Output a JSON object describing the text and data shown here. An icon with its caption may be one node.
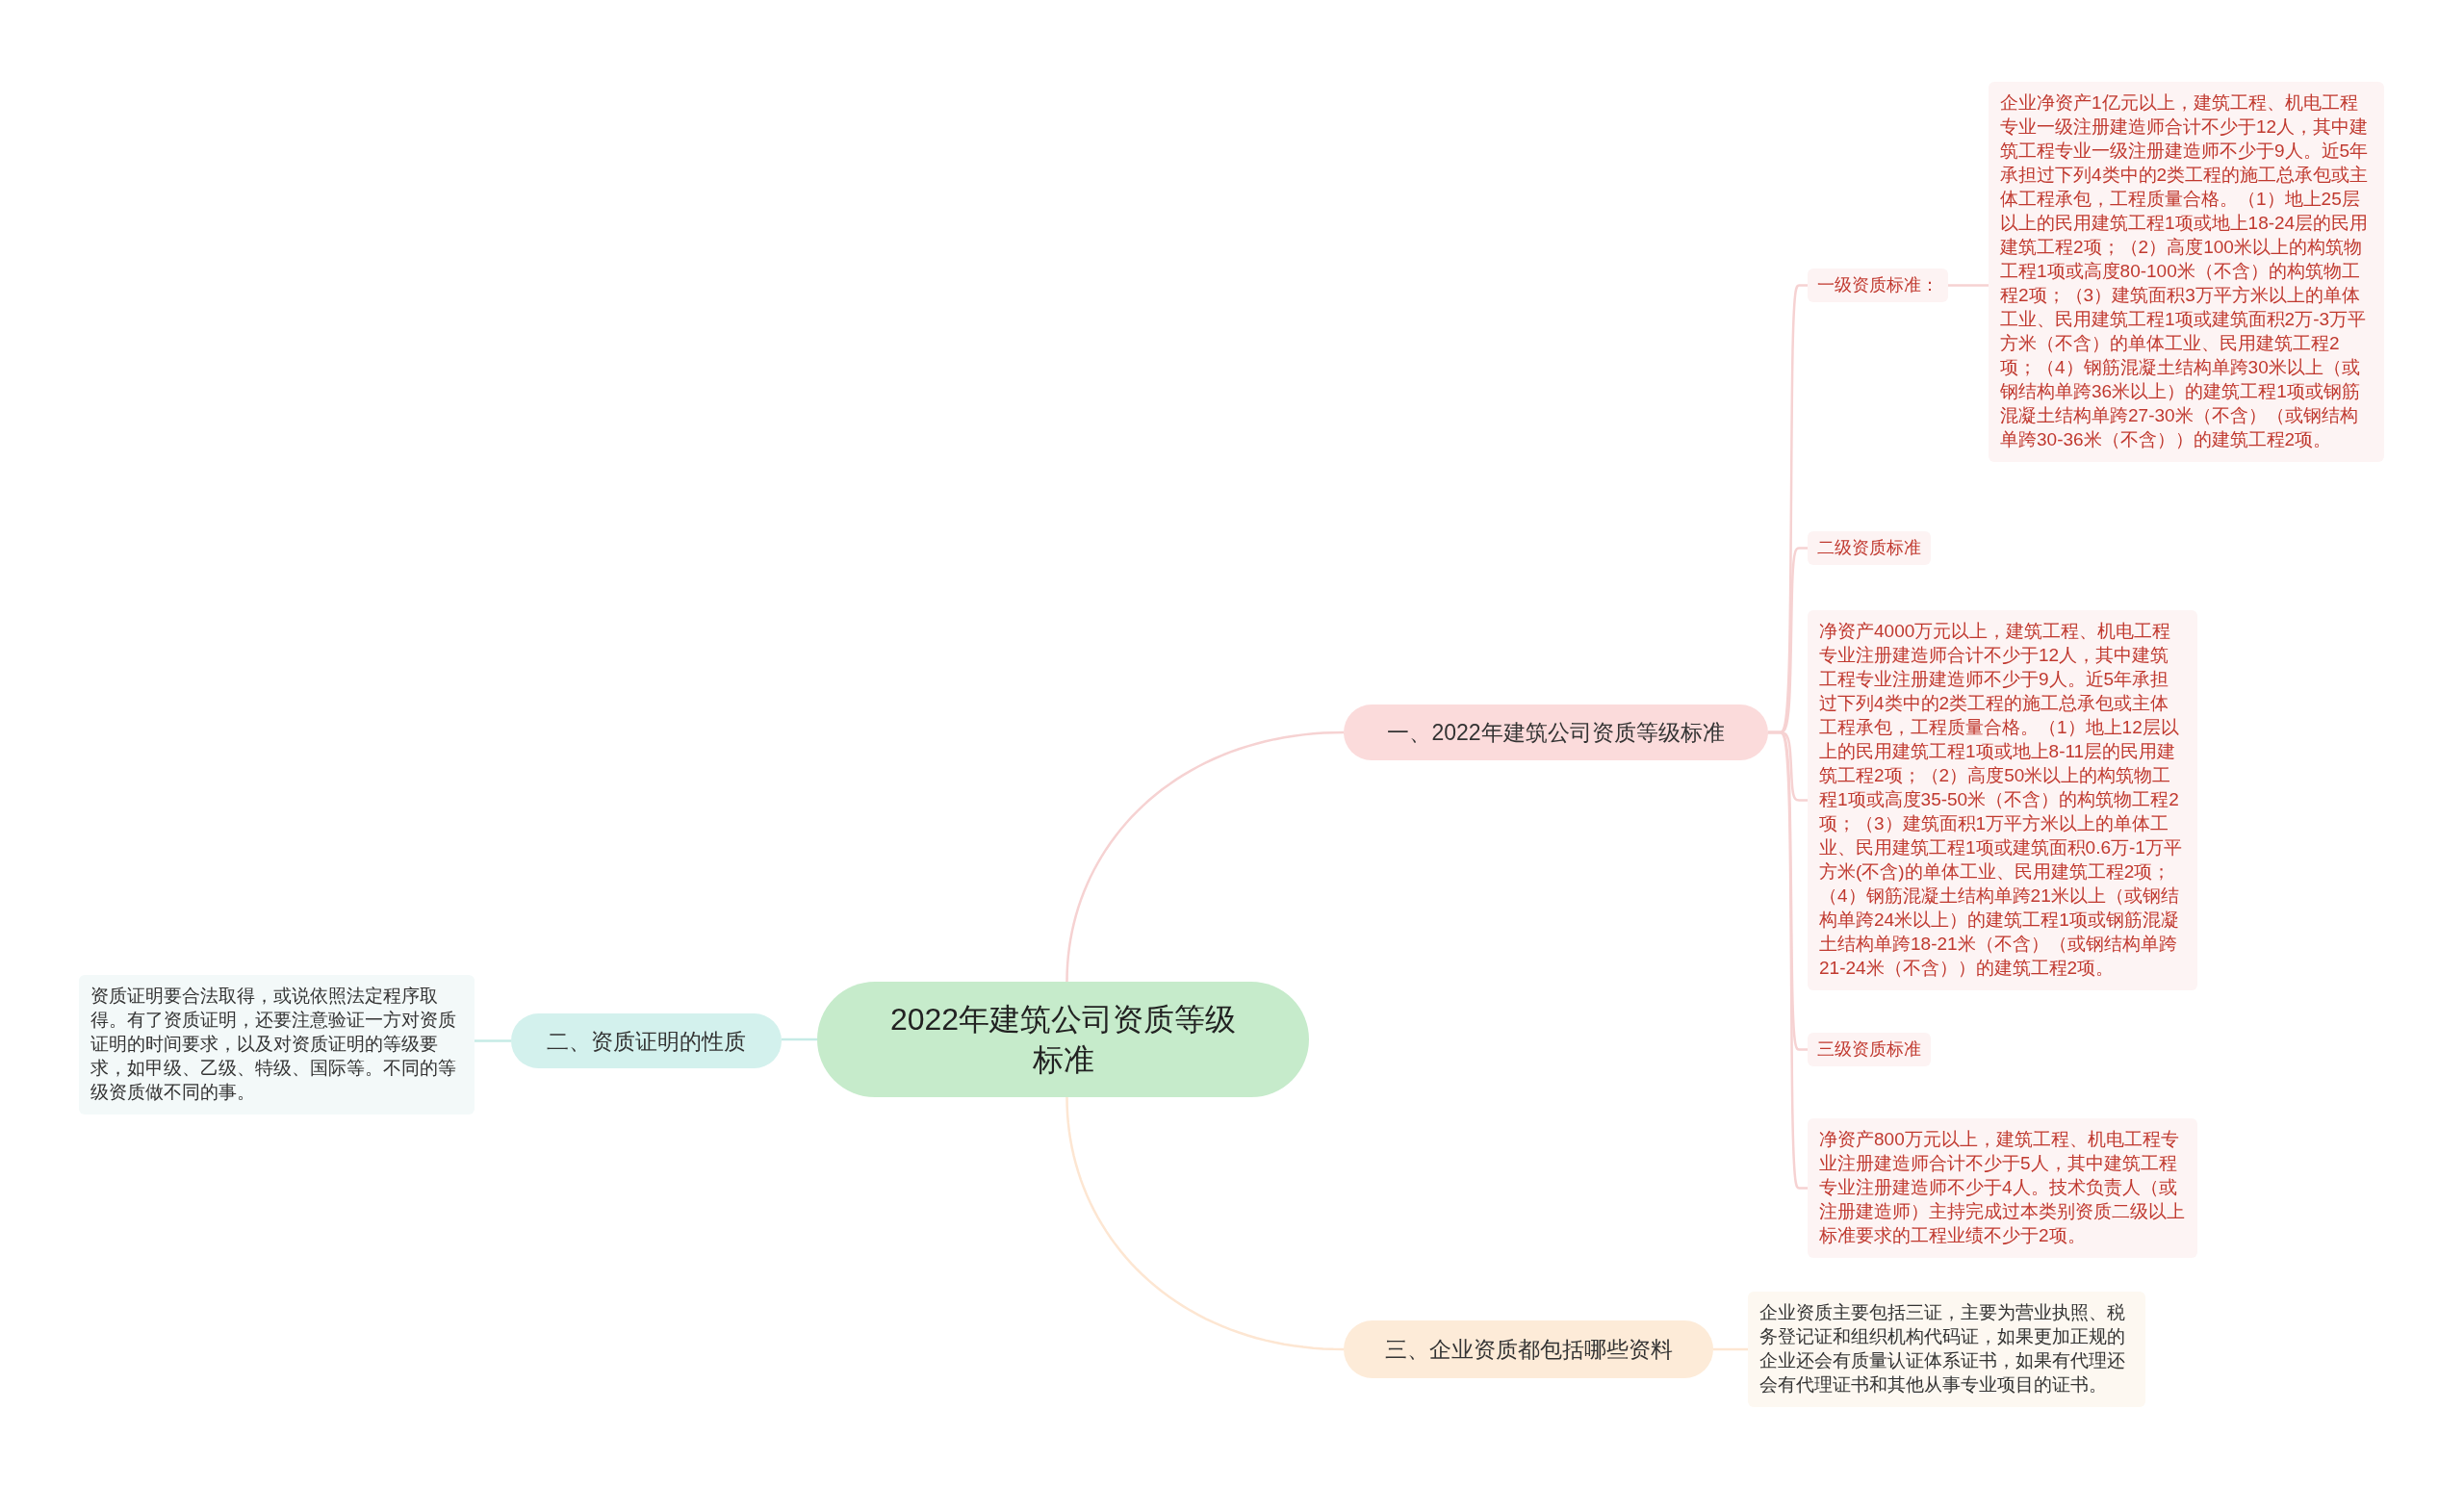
{
  "diagram": {
    "nodes": [
      {
        "text": [
          "2022年建筑公司资质等级标准"
        ]
      },
      {
        "text": [
          "一、2022年建筑公司资质等级标准"
        ]
      },
      {
        "text": [
          "一级资质标准："
        ]
      },
      {
        "text": [
          "企业净资产1亿元以上，建筑工程、机电工程专业一级注册建造师合计不少于12人，其中建筑工程专业一级注册建造师不少于9人。近5年承担过下列4类中的2类工程的施工总承包或主体工程承包，工程质量合格。（1）地上25层以上的民用建筑工程1项或地上18-24层的民用建筑工程2项；（2）高度100米以上的构筑物工程1项或高度80-100米（不含）的构筑物工程2项；（3）建筑面积3万平方米以上的单体工业、民用建筑工程1项或建筑面积2万-3万平方米（不含）的单体工业、民用建筑工程2项；（4）钢筋混凝土结构单跨30米以上（或钢结构单跨36米以上）的建筑工程1项或钢筋混凝土结构单跨27-30米（不含）（或钢结构单跨30-36米（不含））的建筑工程2项。"
        ]
      },
      {
        "text": [
          "二级资质标准"
        ]
      },
      {
        "text": [
          "净资产4000万元以上，建筑工程、机电工程专业注册建造师合计不少于12人，其中建筑工程专业注册建造师不少于9人。近5年承担过下列4类中的2类工程的施工总承包或主体工程承包，工程质量合格。（1）地上12层以上的民用建筑工程1项或地上8-11层的民用建筑工程2项；（2）高度50米以上的构筑物工程1项或高度35-50米（不含）的构筑物工程2项；（3）建筑面积1万平方米以上的单体工业、民用建筑工程1项或建筑面积0.6万-1万平方米(不含)的单体工业、民用建筑工程2项；（4）钢筋混凝土结构单跨21米以上（或钢结构单跨24米以上）的建筑工程1项或钢筋混凝土结构单跨18-21米（不含）（或钢结构单跨21-24米（不含））的建筑工程2项。"
        ]
      },
      {
        "text": [
          "三级资质标准"
        ]
      },
      {
        "text": [
          "净资产800万元以上，建筑工程、机电工程专业注册建造师合计不少于5人，其中建筑工程专业注册建造师不少于4人。技术负责人（或注册建造师）主持完成过本类别资质二级以上标准要求的工程业绩不少于2项。"
        ]
      },
      {
        "text": [
          "二、资质证明的性质"
        ]
      },
      {
        "text": [
          "资质证明要合法取得，或说依照法定程序取得。有了资质证明，还要注意验证一方对资质证明的时间要求，以及对资质证明的等级要求，如甲级、乙级、特级、国际等。不同的等级资质做不同的事。"
        ]
      },
      {
        "text": [
          "三、企业资质都包括哪些资料"
        ]
      },
      {
        "text": [
          "企业资质主要包括三证，主要为营业执照、税务登记证和组织机构代码证，如果更加正规的企业还会有质量认证体系证书，如果有代理还会有代理证书和其他从事专业项目的证书。"
        ]
      }
    ],
    "edges": [
      {
        "from": 0,
        "to": 1,
        "arrow": "none"
      },
      {
        "from": 1,
        "to": 2,
        "arrow": "none"
      },
      {
        "from": 2,
        "to": 3,
        "arrow": "none"
      },
      {
        "from": 1,
        "to": 4,
        "arrow": "none"
      },
      {
        "from": 1,
        "to": 5,
        "arrow": "none"
      },
      {
        "from": 1,
        "to": 6,
        "arrow": "none"
      },
      {
        "from": 1,
        "to": 7,
        "arrow": "none"
      },
      {
        "from": 0,
        "to": 8,
        "arrow": "none",
        "color": "#c6ebe6"
      },
      {
        "from": 8,
        "to": 9,
        "arrow": "none",
        "color": "#c6ebe6"
      },
      {
        "from": 0,
        "to": 10,
        "arrow": "none",
        "color": "#fde6d2"
      },
      {
        "from": 10,
        "to": 11,
        "arrow": "none",
        "color": "#fde6d2"
      }
    ]
  }
}
